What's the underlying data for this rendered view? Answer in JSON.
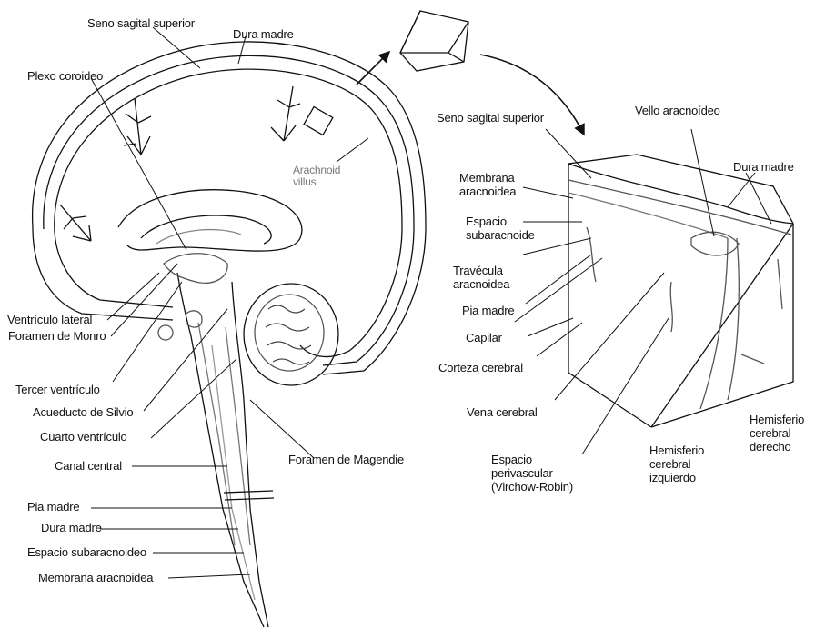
{
  "brain": {
    "seno_sagital": "Seno sagital superior",
    "dura_top": "Dura madre",
    "plexo": "Plexo coroideo",
    "arachnoid_villus": "Arachnoid\nvillus",
    "ventriculo_lateral": "Ventrículo lateral",
    "foramen_monro": "Foramen de Monro",
    "tercer_ventriculo": "Tercer ventrículo",
    "acueducto": "Acueducto de Silvio",
    "cuarto_ventriculo": "Cuarto ventrículo",
    "foramen_magendie": "Foramen de Magendie",
    "canal_central": "Canal central",
    "pia_madre": "Pia madre",
    "dura_madre": "Dura madre",
    "espacio_subaracnoideo": "Espacio subaracnoideo",
    "membrana_aracnoidea": "Membrana aracnoidea"
  },
  "block": {
    "seno_sagital": "Seno sagital superior",
    "vello": "Vello aracnoídeo",
    "dura_madre": "Dura madre",
    "membrana": "Membrana\naracnoidea",
    "espacio_sub": "Espacio\nsubaracnoide",
    "travecula": "Travécula\naracnoidea",
    "pia_madre": "Pia madre",
    "capilar": "Capilar",
    "corteza": "Corteza cerebral",
    "vena": "Vena cerebral",
    "perivascular": "Espacio\nperivascular\n(Virchow-Robin)",
    "hemisferio_izq": "Hemisferio\ncerebral\nizquierdo",
    "hemisferio_der": "Hemisferio\ncerebral\nderecho"
  }
}
